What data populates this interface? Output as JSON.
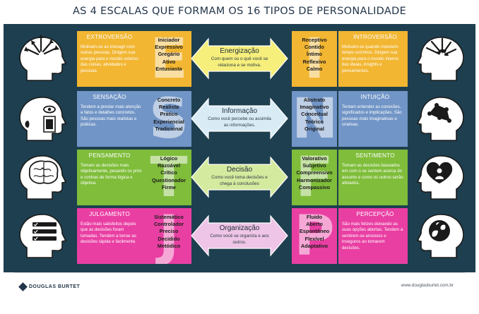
{
  "title": "AS 4 ESCALAS QUE FORMAM OS 16 TIPOS DE PERSONALIDADE",
  "rows": [
    {
      "left": {
        "color": "#f2b632",
        "title": "EXTROVERSÃO",
        "letter": "E",
        "text": "Motivam-se ao interagir com outras pessoas. Dirigem sua energia para o mundo externo das coisas, atividades e pessoas.",
        "traits": [
          "Iniciador",
          "Expressivo",
          "Gregário",
          "Ativo",
          "Entusiasta"
        ]
      },
      "arrow": {
        "color": "#f6ef7c",
        "title": "Energização",
        "text": "Com quem ou o quê você se relaciona e se motiva."
      },
      "right": {
        "color": "#f2b632",
        "title": "INTROVERSÃO",
        "letter": "I",
        "text": "Motivam-se quando investem tempo sozinhos. Dirigem sua energia para o mundo interno das ideias, insights e pensamentos.",
        "traits": [
          "Receptivo",
          "Contido",
          "Íntimo",
          "Reflexivo",
          "Calmo"
        ]
      },
      "icons": {
        "left": "head-arrows-out-icon",
        "right": "head-arrows-in-icon"
      }
    },
    {
      "left": {
        "color": "#7195c6",
        "title": "SENSAÇÃO",
        "letter": "S",
        "text": "Tendem a prestar mais atenção a fatos e detalhes concretos. São pessoas mais realistas e práticas.",
        "traits": [
          "Concreto",
          "Realista",
          "Prático",
          "Experiencial",
          "Tradicional"
        ]
      },
      "arrow": {
        "color": "#d9ecf6",
        "title": "Informação",
        "text": "Como você percebe ou assimila as informações."
      },
      "right": {
        "color": "#7195c6",
        "title": "INTUIÇÃO",
        "letter": "N",
        "text": "Tentam entender as conexões, significados e implicações. São pessoas mais imaginativas e criativas.",
        "traits": [
          "Abstrato",
          "Imaginativo",
          "Conceitual",
          "Teórico",
          "Original"
        ]
      },
      "icons": {
        "left": "head-senses-icon",
        "right": "head-ideas-icon"
      }
    },
    {
      "left": {
        "color": "#7fbd3a",
        "title": "PENSAMENTO",
        "letter": "T",
        "text": "Tomam as decisões mais objetivamente, pesando os prós e contras de forma lógica e objetiva.",
        "traits": [
          "Lógico",
          "Razoável",
          "Crítico",
          "Questionador",
          "Firme"
        ]
      },
      "arrow": {
        "color": "#d4ea9e",
        "title": "Decisão",
        "text": "Como você toma decisões e chega à conclusões"
      },
      "right": {
        "color": "#7fbd3a",
        "title": "SENTIMENTO",
        "letter": "F",
        "text": "Tomam as decisões baseados em com o se sentem acerca do assunto e como os outros serão afetados.",
        "traits": [
          "Valorativo",
          "Subjetivo",
          "Compreensivo",
          "Harmonizador",
          "Compassivo"
        ]
      },
      "icons": {
        "left": "head-brain-icon",
        "right": "head-heart-icon"
      }
    },
    {
      "left": {
        "color": "#e93fa3",
        "title": "JULGAMENTO",
        "letter": "J",
        "text": "Estão mais satisfeitos depois que as decisões foram tomadas. Tendem a tomar as decisões rápida e facilmente.",
        "traits": [
          "Sistemático",
          "Controlador",
          "Preciso",
          "Decidido",
          "Metódico"
        ]
      },
      "arrow": {
        "color": "#eec5e6",
        "title": "Organização",
        "text": "Como você se organiza e aos outros."
      },
      "right": {
        "color": "#e93fa3",
        "title": "PERCEPÇÃO",
        "letter": "P",
        "text": "São mais felizes deixando as suas opções abertas. Tendem a sentirem-se ansiosos e inseguros ao tomarem decisões.",
        "traits": [
          "Fluido",
          "Aberto",
          "Espontâneo",
          "Flexível",
          "Adaptativo"
        ]
      },
      "icons": {
        "left": "head-checklist-icon",
        "right": "head-globe-icon"
      }
    }
  ],
  "footer": {
    "brand": "DOUGLAS BURTET",
    "url": "www.douglasburtet.com.br"
  }
}
